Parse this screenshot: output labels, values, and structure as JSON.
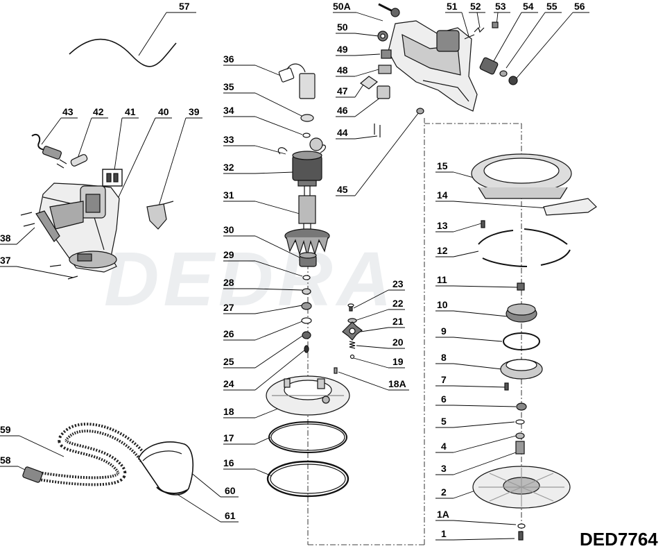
{
  "watermark": "DEDRA",
  "model": "DED7764",
  "labels": [
    "57",
    "36",
    "35",
    "34",
    "33",
    "32",
    "31",
    "30",
    "29",
    "28",
    "27",
    "26",
    "25",
    "24",
    "18",
    "17",
    "16",
    "43",
    "42",
    "41",
    "40",
    "39",
    "38",
    "37",
    "59",
    "58",
    "60",
    "61",
    "50A",
    "50",
    "49",
    "48",
    "47",
    "46",
    "44",
    "45",
    "51",
    "52",
    "53",
    "54",
    "55",
    "56",
    "15",
    "14",
    "13",
    "12",
    "11",
    "10",
    "9",
    "8",
    "7",
    "6",
    "5",
    "4",
    "3",
    "2",
    "1A",
    "1",
    "23",
    "22",
    "21",
    "20",
    "19",
    "18A"
  ]
}
